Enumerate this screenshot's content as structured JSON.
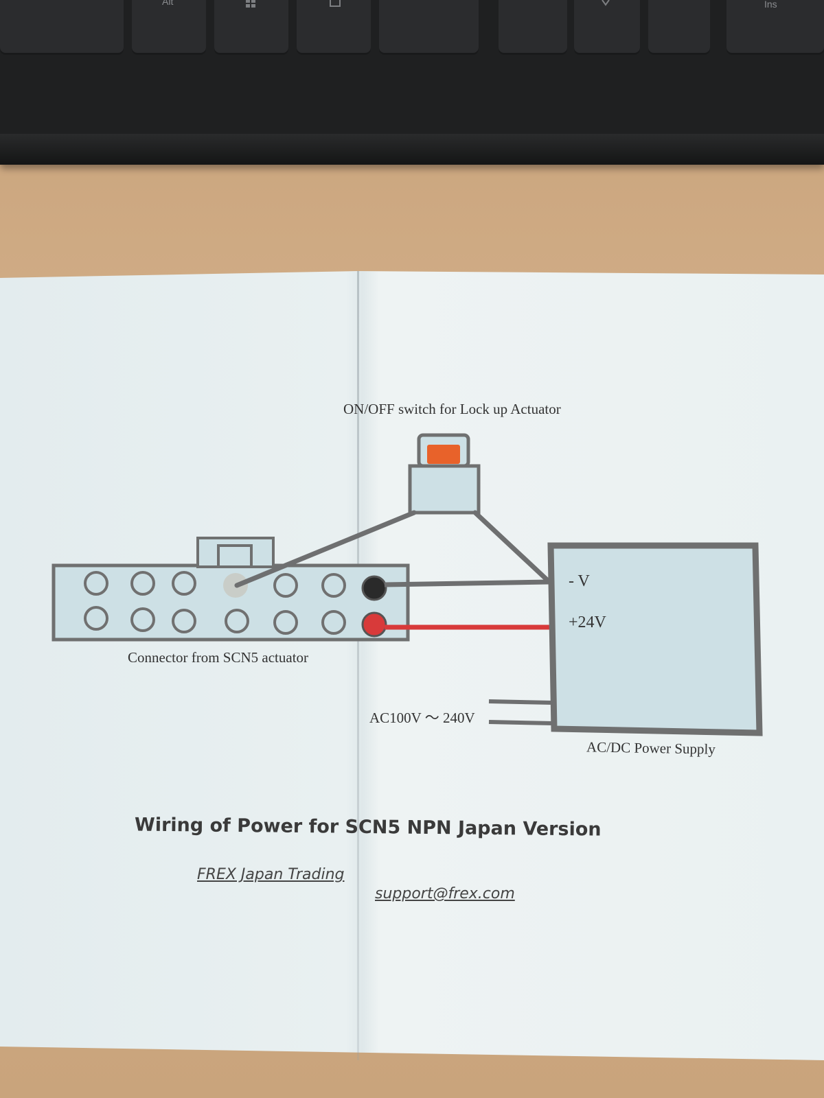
{
  "keyboard": {
    "keys": [
      "Alt",
      "",
      "",
      "",
      "",
      "Ins"
    ]
  },
  "diagram": {
    "switch_label": "ON/OFF switch for Lock up Actuator",
    "connector_label": "Connector from SCN5 actuator",
    "psu_minus_label": "- V",
    "psu_plus_label": "+24V",
    "ac_input_label": "AC100V ～ 240V",
    "psu_label": "AC/DC Power Supply",
    "title": "Wiring of Power for SCN5 NPN Japan Version",
    "company": "FREX Japan Trading",
    "email": "support@frex.com",
    "colors": {
      "wire_gray": "#6e6f70",
      "wire_red": "#d83a3a",
      "switch_cap": "#e8622a",
      "box_fill": "#cde0e5",
      "box_stroke": "#6f7070"
    }
  }
}
